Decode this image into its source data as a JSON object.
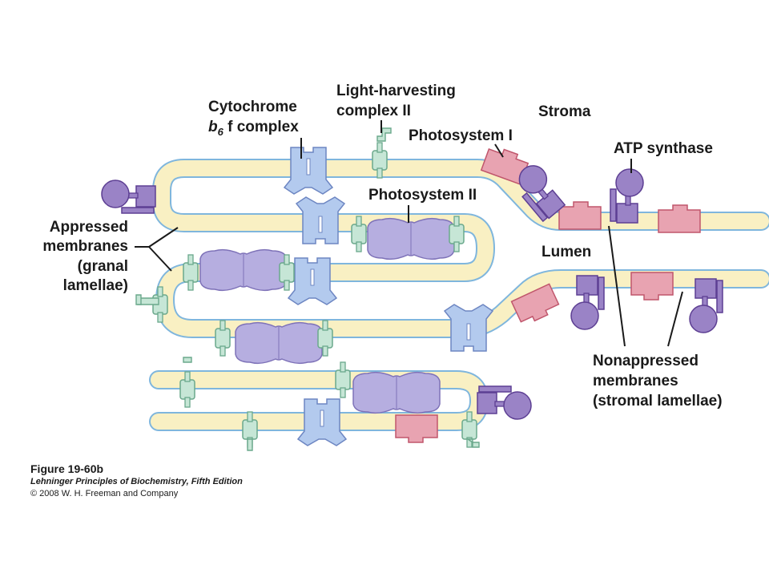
{
  "labels": {
    "cytochrome_l1": "Cytochrome",
    "cytochrome_b": "b",
    "cytochrome_sub": "6",
    "cytochrome_rest": " f complex",
    "lhc_l1": "Light-harvesting",
    "lhc_l2": "complex II",
    "stroma": "Stroma",
    "photosystem1": "Photosystem I",
    "atp_synthase": "ATP synthase",
    "photosystem2": "Photosystem II",
    "lumen": "Lumen",
    "appressed_l1": "Appressed",
    "appressed_l2": "membranes",
    "appressed_l3": "(granal",
    "appressed_l4": "lamellae)",
    "nonappressed_l1": "Nonappressed",
    "nonappressed_l2": "membranes",
    "nonappressed_l3": "(stromal lamellae)"
  },
  "caption": {
    "figure": "Figure 19-60b",
    "book": "Lehninger Principles of Biochemistry, Fifth Edition",
    "copyright": "© 2008 W. H. Freeman and Company"
  },
  "colors": {
    "membrane_fill": "#f9f0c3",
    "membrane_edge": "#7fb6dd",
    "cytochrome": "#b3caee",
    "lhc": "#c6e6d6",
    "photosystem1": "#e8a3b1",
    "photosystem2": "#b6aee0",
    "atp_synthase": "#9a83c6"
  }
}
